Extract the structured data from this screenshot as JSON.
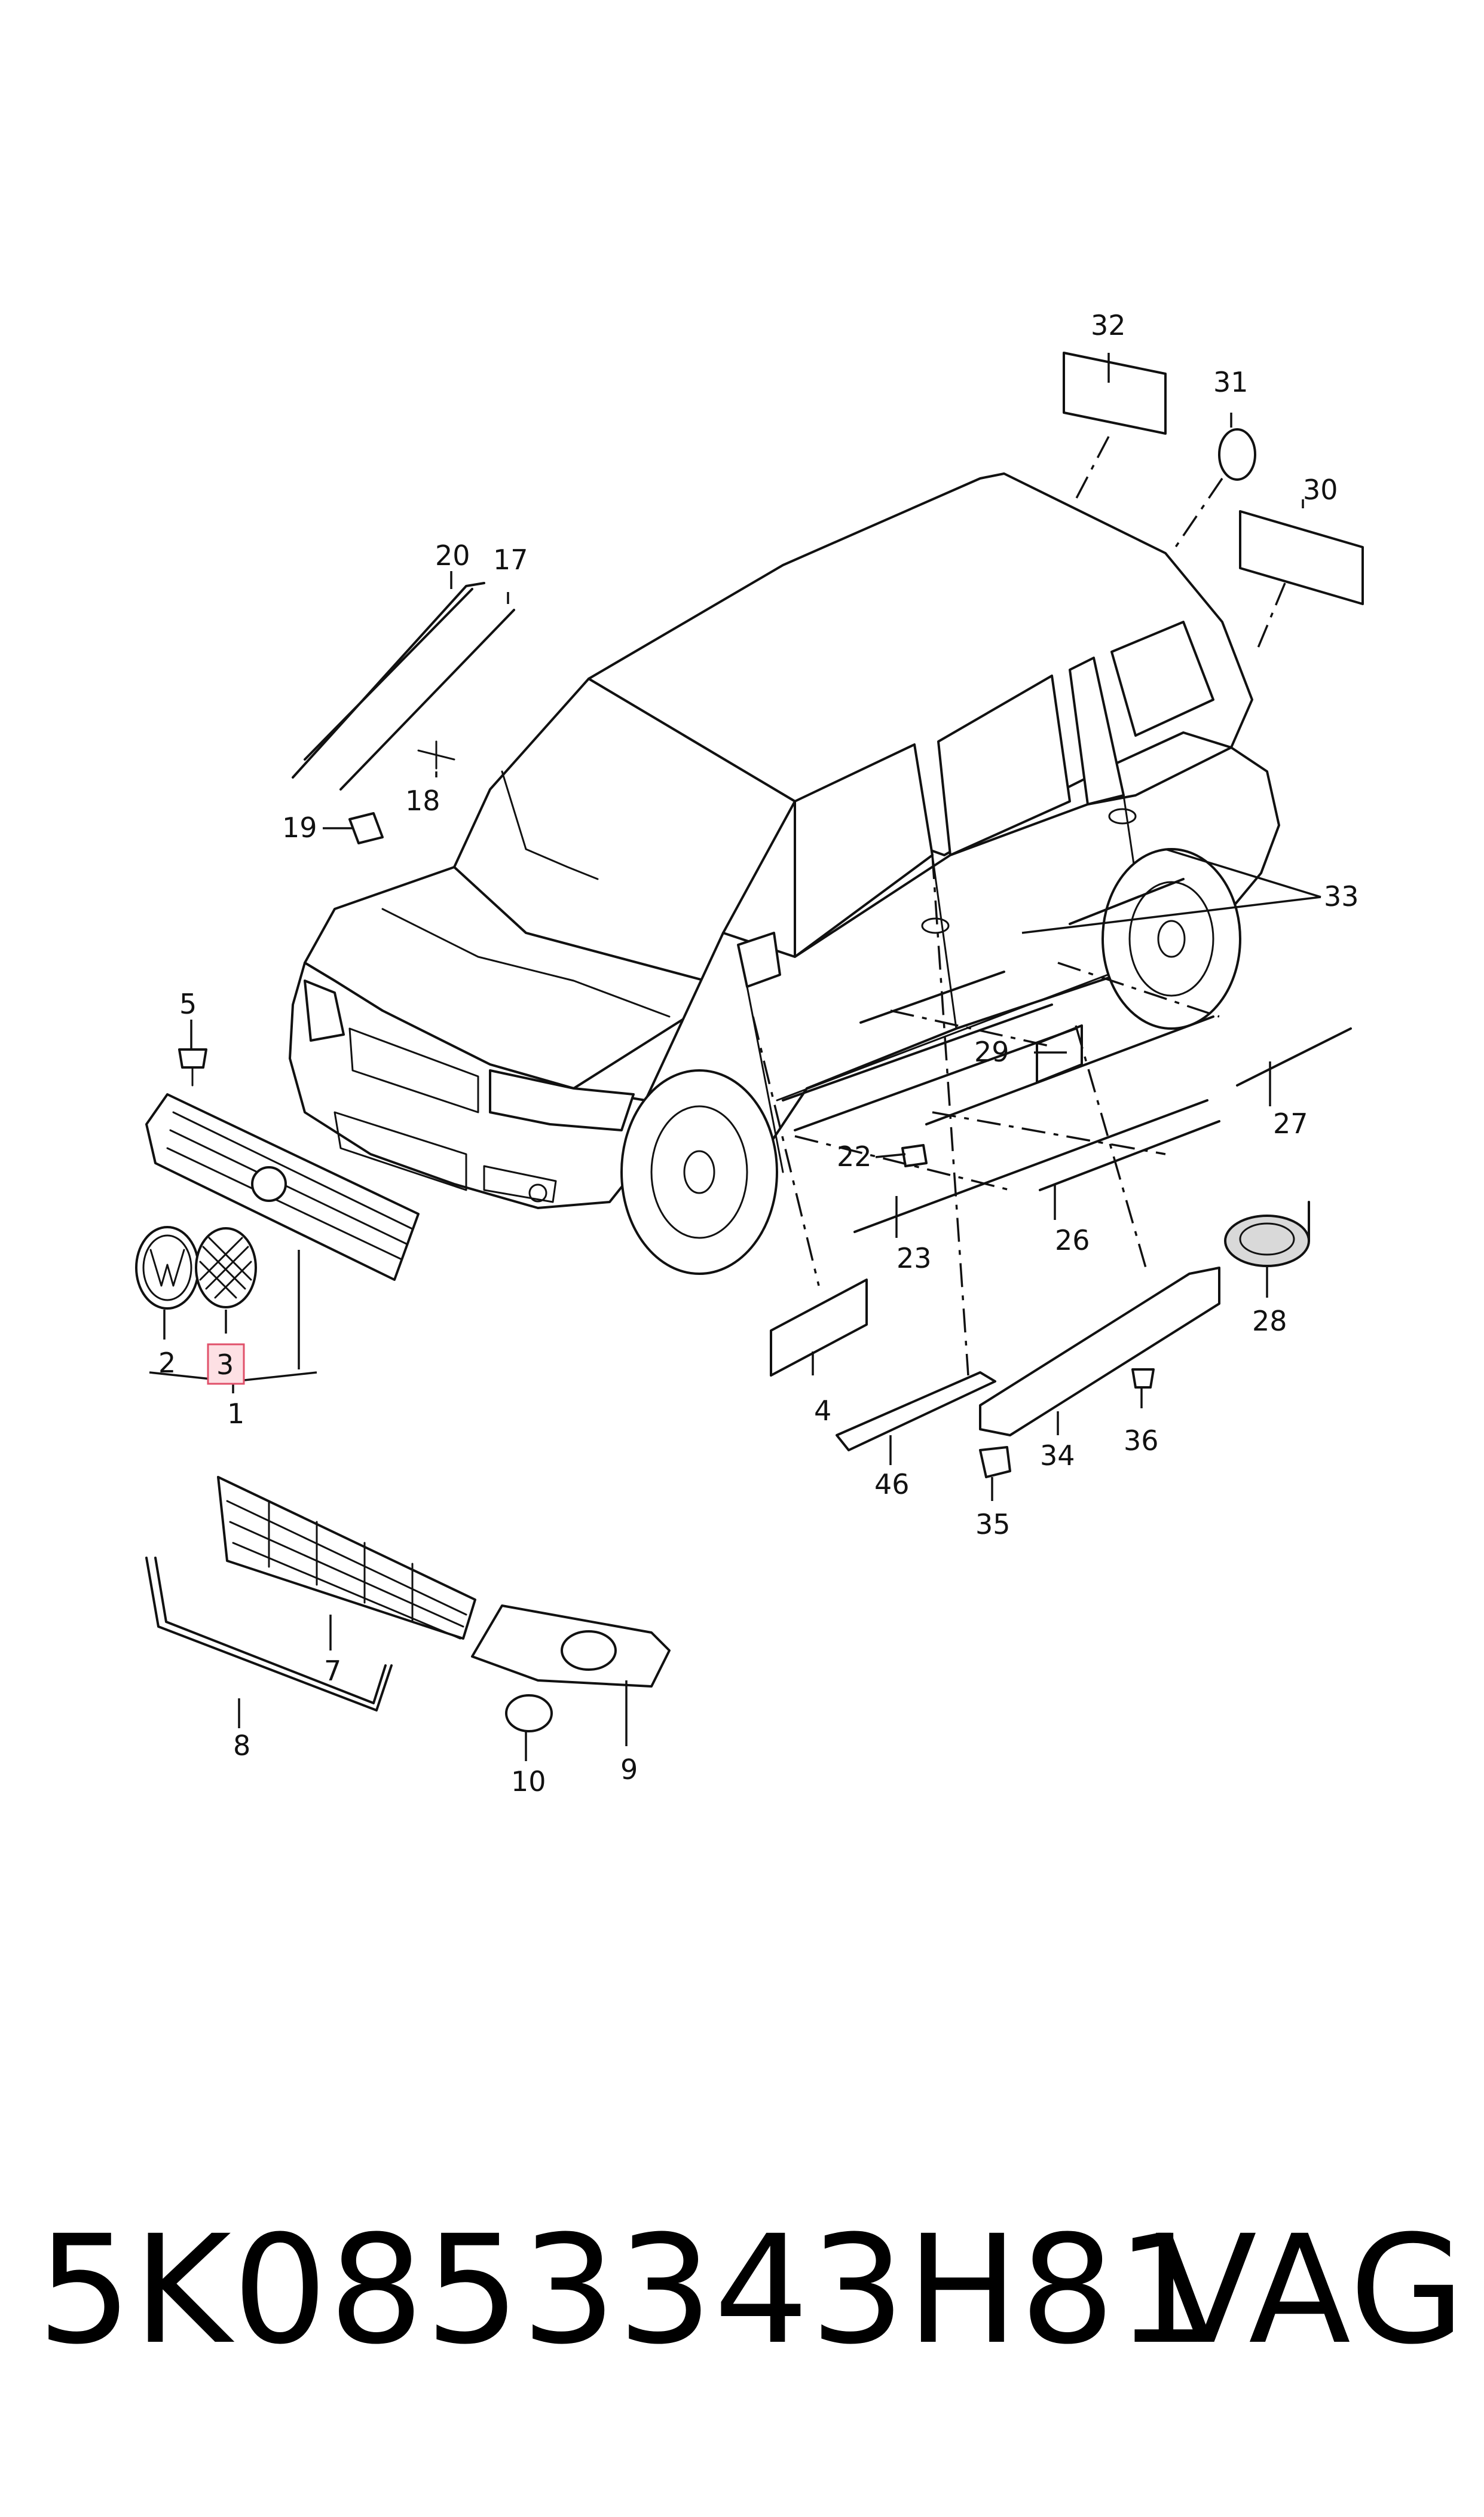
{
  "callouts": {
    "c1": "1",
    "c2": "2",
    "c3": "3",
    "c4": "4",
    "c5": "5",
    "c7": "7",
    "c8": "8",
    "c9": "9",
    "c10": "10",
    "c17": "17",
    "c18": "18",
    "c19": "19",
    "c20": "20",
    "c22": "22",
    "c23": "23",
    "c26": "26",
    "c27": "27",
    "c28": "28",
    "c29": "29",
    "c30": "30",
    "c31": "31",
    "c32": "32",
    "c33": "33",
    "c34": "34",
    "c35": "35",
    "c36": "36",
    "c46": "46"
  },
  "highlighted_callout": "3",
  "highlight_color": "#e0506a",
  "part_number": "5K0853343H81",
  "brand": "VAG"
}
